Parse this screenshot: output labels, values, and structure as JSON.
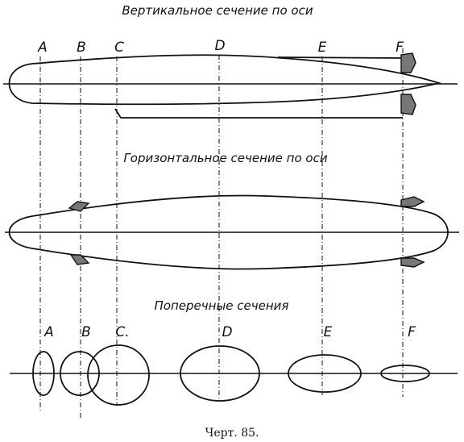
{
  "figure": {
    "title_vertical": "Вертикальное сечение по оси",
    "title_horizontal": "Горизонтальное сечение по оси",
    "title_cross": "Поперечные сечения",
    "caption": "Черт. 85."
  },
  "stations": {
    "top": [
      "A",
      "B",
      "C",
      "D",
      "E",
      "F"
    ],
    "bottom": [
      "A",
      "B",
      "C.",
      "D",
      "E",
      "F"
    ]
  }
}
